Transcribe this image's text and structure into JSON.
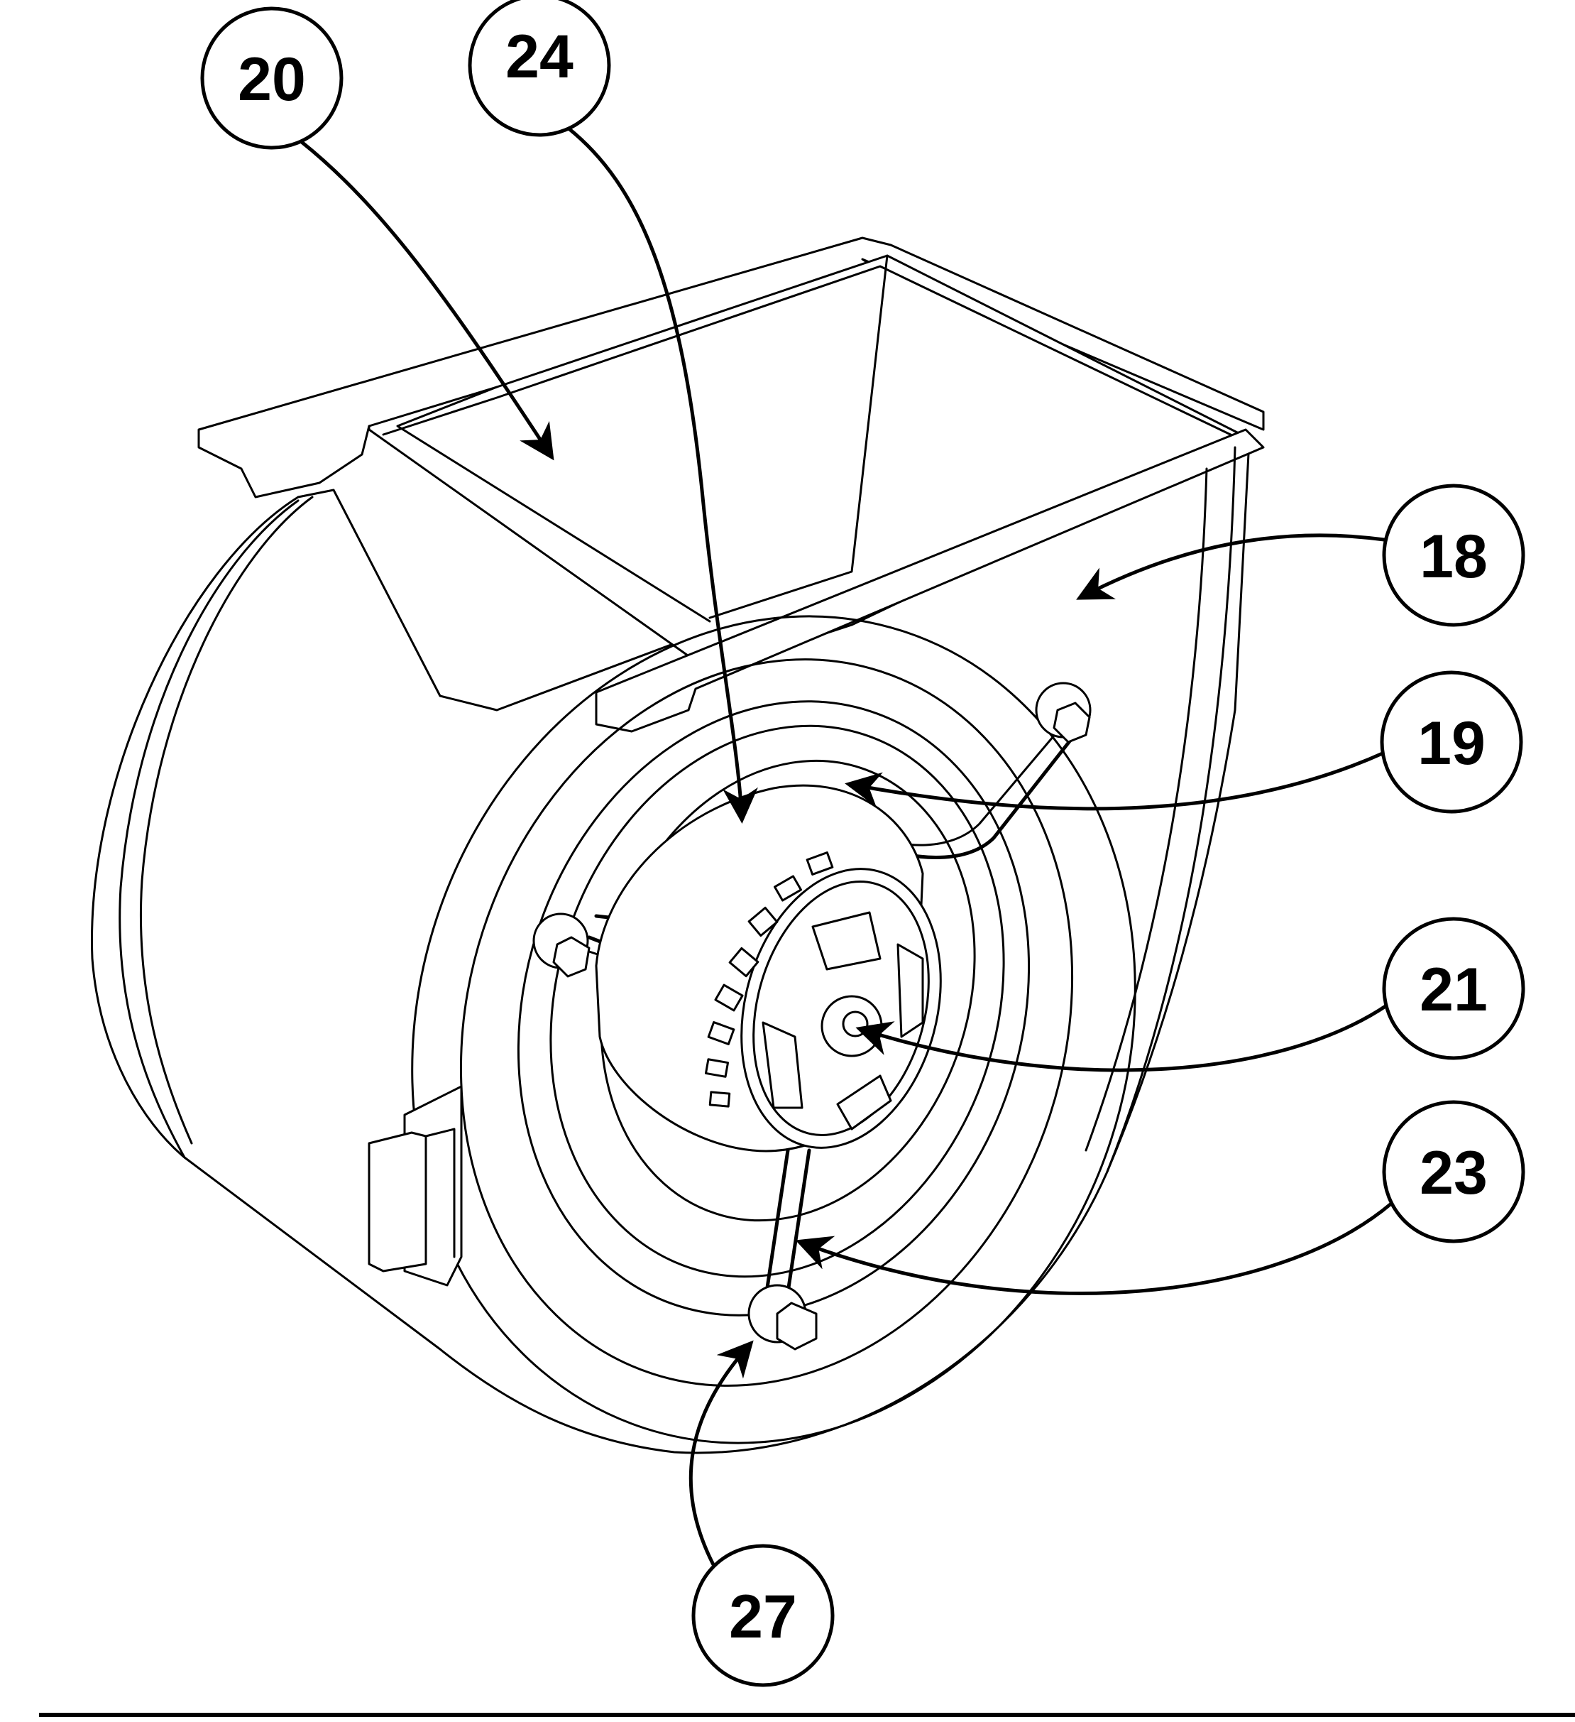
{
  "callouts": {
    "c20": "20",
    "c24": "24",
    "c18": "18",
    "c19": "19",
    "c21": "21",
    "c23": "23",
    "c27": "27"
  },
  "colors": {
    "line": "#000000",
    "background": "#ffffff"
  }
}
